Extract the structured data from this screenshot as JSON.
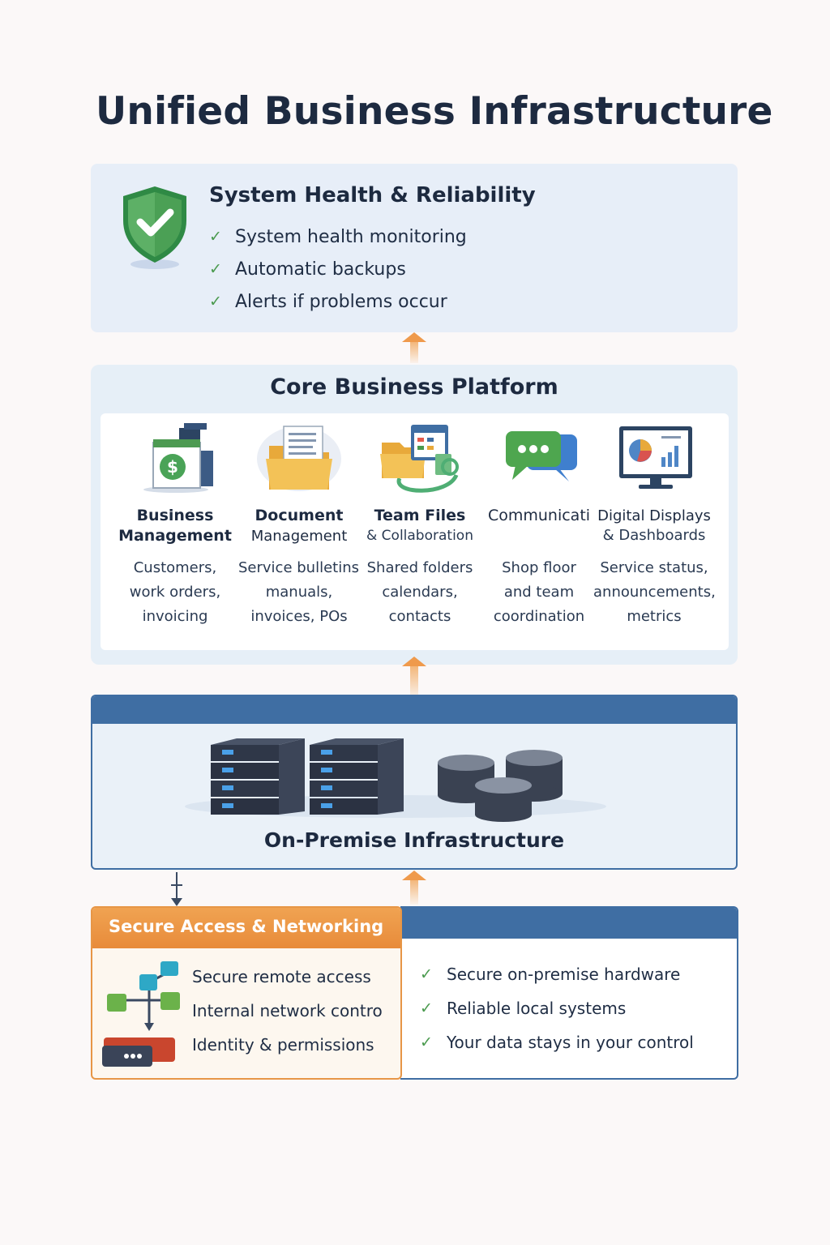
{
  "page_title": "Unified Business Infrastructure",
  "health": {
    "icon": "shield-check-icon",
    "title": "System Health & Reliability",
    "items": [
      "System health monitoring",
      "Automatic backups",
      "Alerts if problems occur"
    ]
  },
  "core": {
    "title": "Core Business Platform",
    "modules": [
      {
        "icon": "invoice-dollar-icon",
        "title": "Business",
        "subtitle": "Management",
        "desc": [
          "Customers,",
          "work orders,",
          "invoicing"
        ]
      },
      {
        "icon": "document-folder-icon",
        "title": "Document",
        "subtitle": "Management",
        "desc": [
          "Service bulletins,",
          "manuals,",
          "invoices, POs"
        ]
      },
      {
        "icon": "shared-folders-icon",
        "title": "Team Files",
        "subtitle": "& Collaboration",
        "desc": [
          "Shared folders",
          "calendars,",
          "contacts"
        ]
      },
      {
        "icon": "chat-bubbles-icon",
        "title": "Communicati",
        "subtitle": "",
        "desc": [
          "Shop floor",
          "and team",
          "coordination"
        ]
      },
      {
        "icon": "monitor-dashboard-icon",
        "title": "Digital Displays",
        "subtitle": "& Dashboards",
        "desc": [
          "Service status,",
          "announcements,",
          "metrics"
        ]
      }
    ]
  },
  "onprem": {
    "icon": "servers-database-icon",
    "title": "On-Premise Infrastructure"
  },
  "secure": {
    "icon": "network-router-icon",
    "title": "Secure Access & Networking",
    "items": [
      "Secure remote access",
      "Internal network contro",
      "Identity & permissions"
    ]
  },
  "hardware": {
    "items": [
      "Secure on-premise hardware",
      "Reliable local systems",
      "Your data stays in your control"
    ]
  },
  "colors": {
    "accent_orange": "#e88b3a",
    "navy": "#3f6ea3",
    "check_green": "#4a9a4e"
  }
}
